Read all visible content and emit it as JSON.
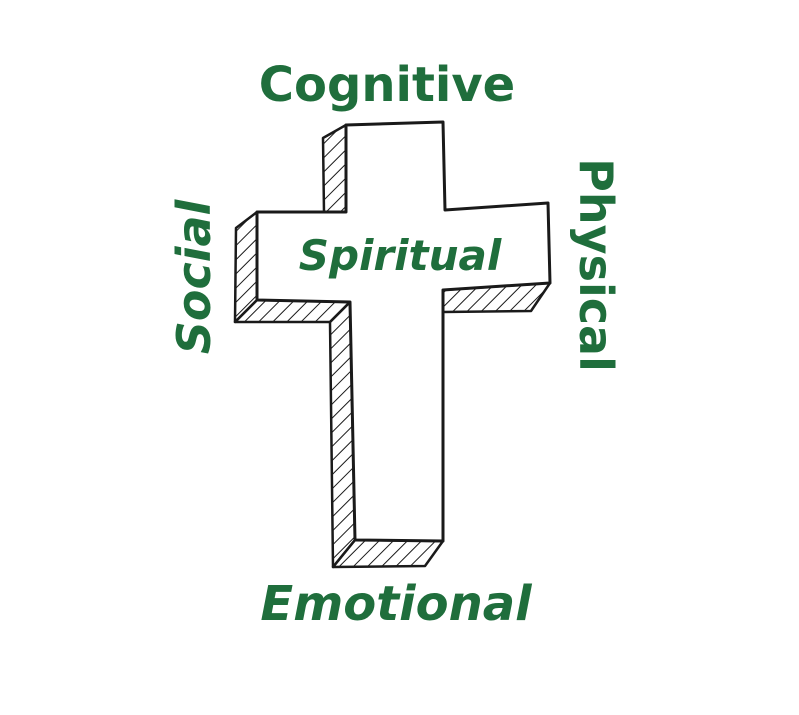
{
  "colors": {
    "label_green": "#1f6e3c",
    "outline": "#1a1a1a",
    "background": "#ffffff"
  },
  "diagram": {
    "center_label": "Spiritual",
    "top_label": "Cognitive",
    "left_label": "Social",
    "right_label": "Physical",
    "bottom_label": "Emotional",
    "shape": "cross"
  }
}
